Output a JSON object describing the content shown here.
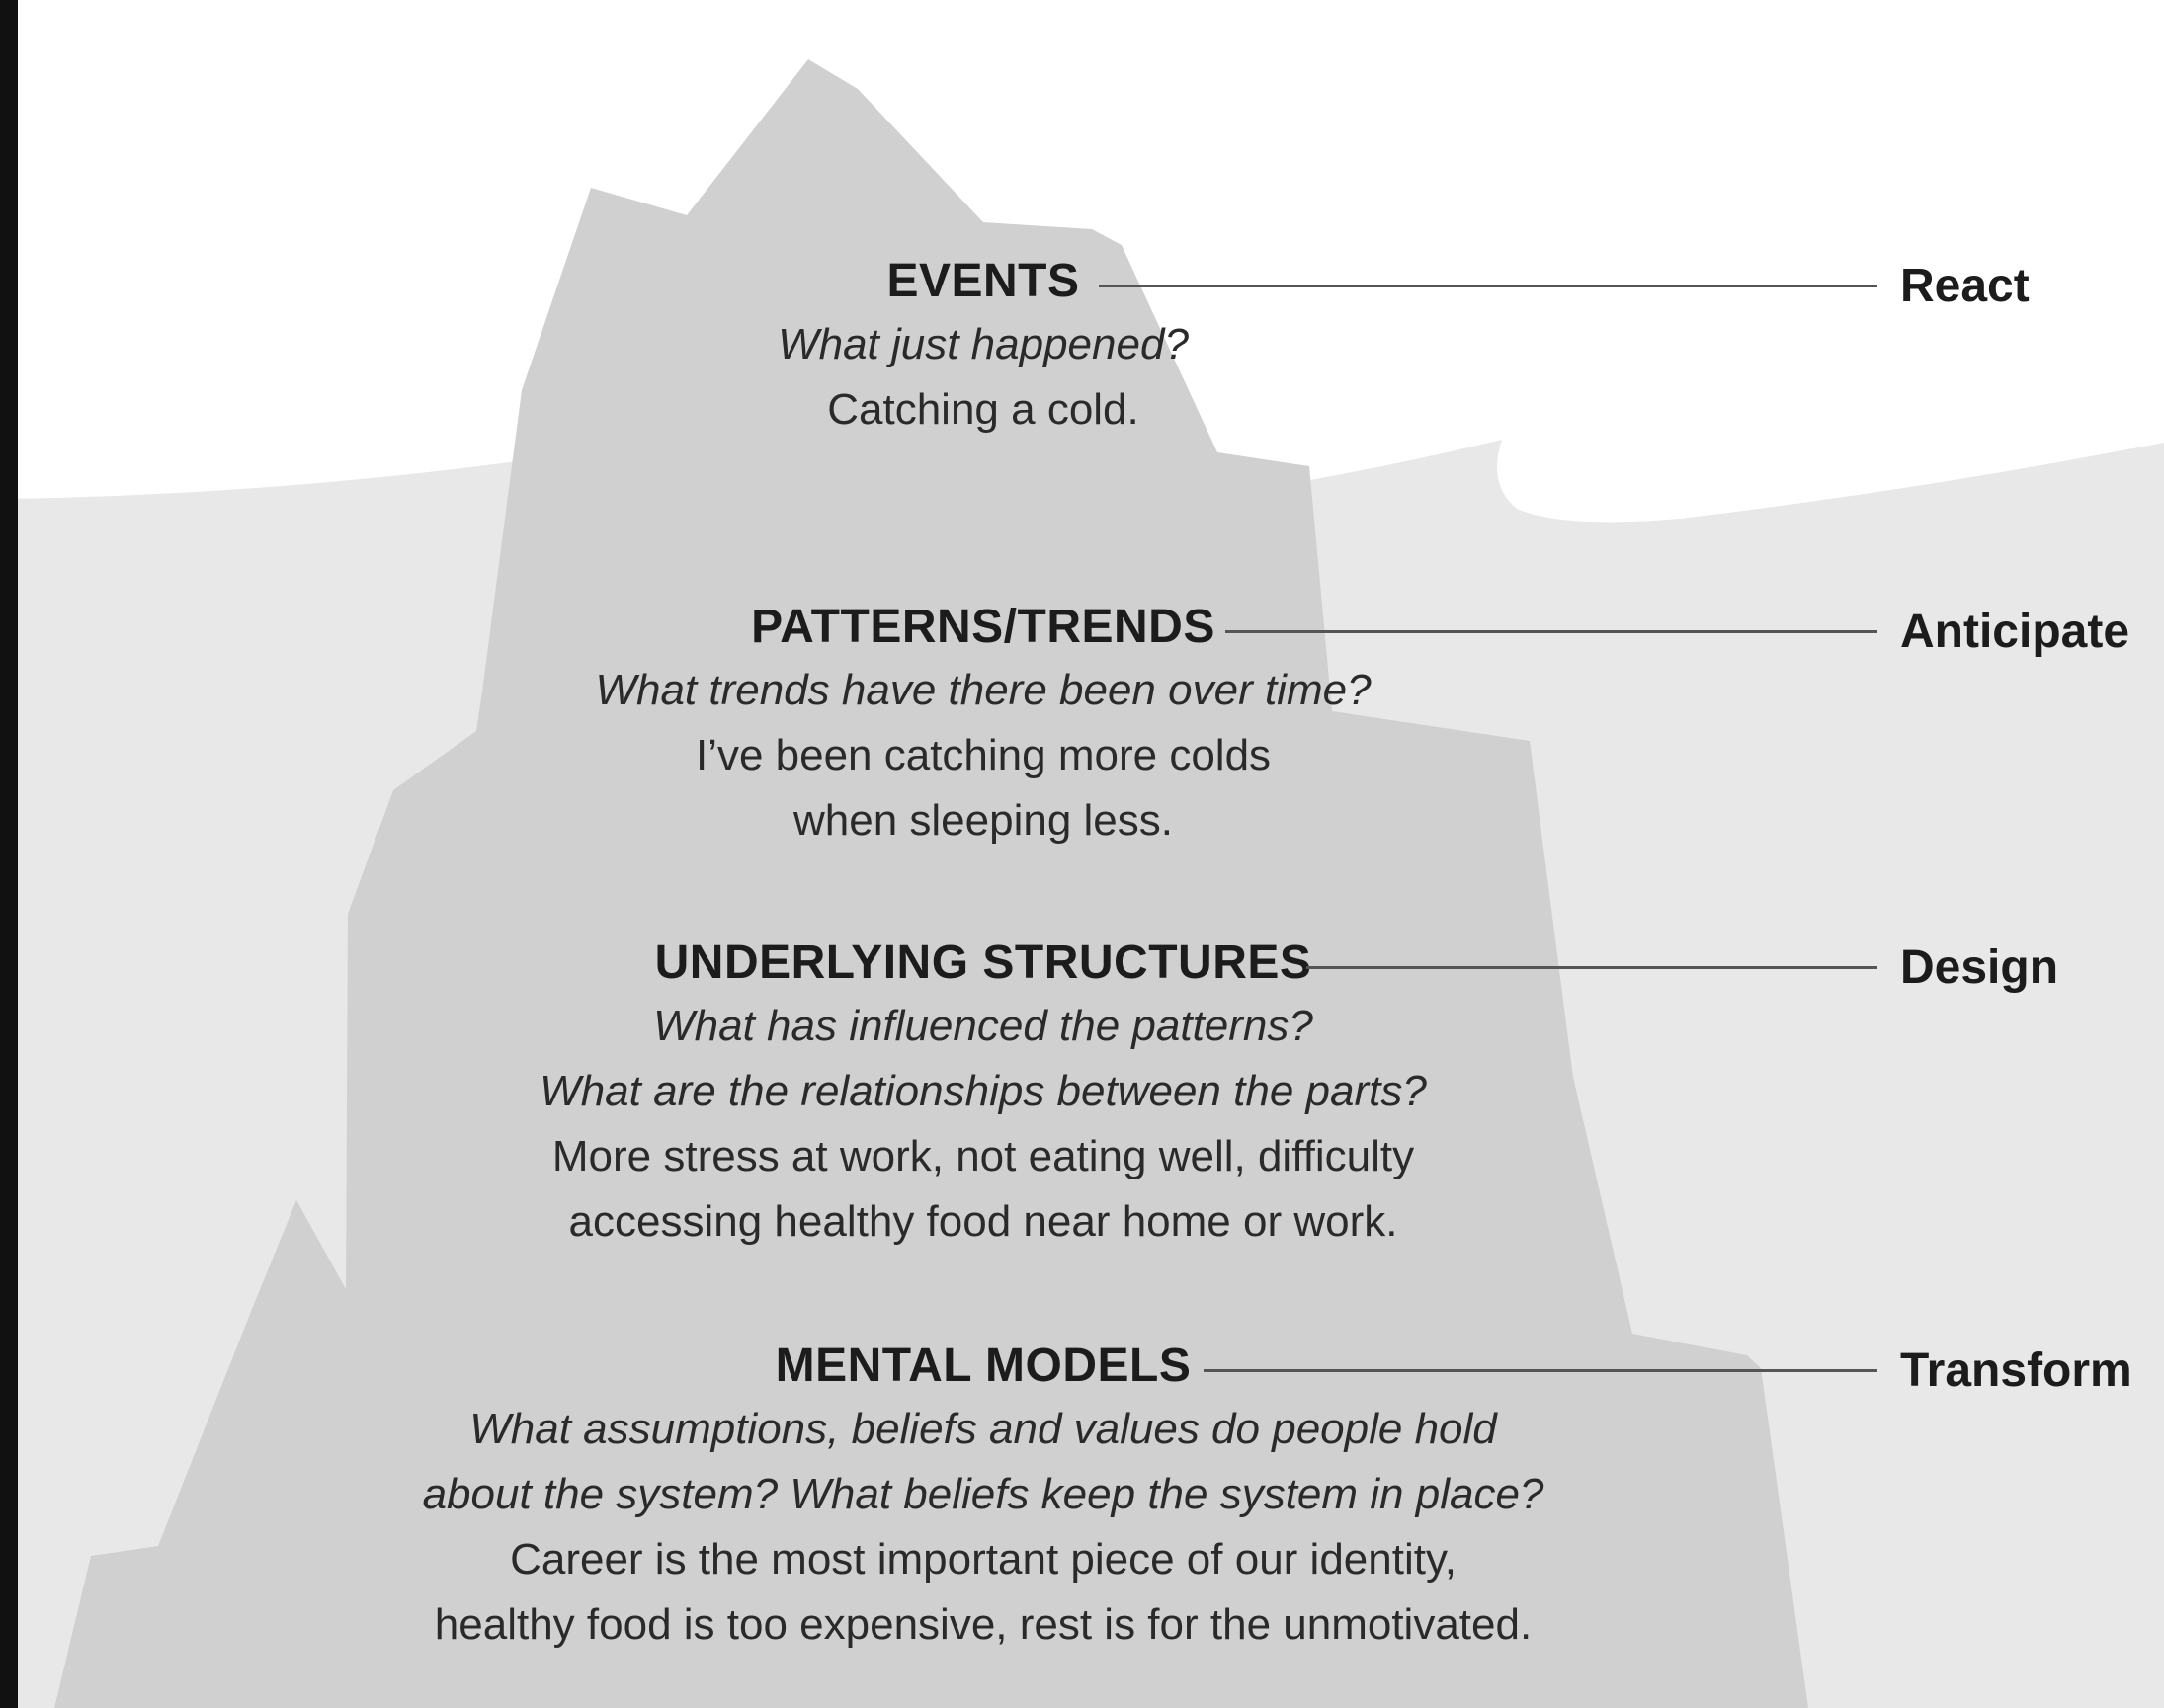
{
  "diagram": {
    "levels": [
      {
        "title": "EVENTS",
        "lines": [
          {
            "text": "What just happened?",
            "style": "question"
          },
          {
            "text": "Catching a cold.",
            "style": "example"
          }
        ],
        "action": "React"
      },
      {
        "title": "PATTERNS/TRENDS",
        "lines": [
          {
            "text": "What trends have there been over time?",
            "style": "question"
          },
          {
            "text": "I’ve been catching more colds",
            "style": "example"
          },
          {
            "text": "when sleeping less.",
            "style": "example"
          }
        ],
        "action": "Anticipate"
      },
      {
        "title": "UNDERLYING STRUCTURES",
        "lines": [
          {
            "text": "What has influenced the patterns?",
            "style": "question"
          },
          {
            "text": "What are the relationships between the parts?",
            "style": "question"
          },
          {
            "text": "More stress at work, not eating well, difficulty",
            "style": "example"
          },
          {
            "text": "accessing healthy food near home or work.",
            "style": "example"
          }
        ],
        "action": "Design"
      },
      {
        "title": "MENTAL MODELS",
        "lines": [
          {
            "text": "What assumptions, beliefs and values do people hold",
            "style": "question"
          },
          {
            "text": "about the system? What beliefs keep the system in place?",
            "style": "question"
          },
          {
            "text": "Career is the most important piece of our identity,",
            "style": "example"
          },
          {
            "text": "healthy food is too expensive, rest is for the unmotivated.",
            "style": "example"
          }
        ],
        "action": "Transform"
      }
    ],
    "colors": {
      "water": "#e8e8e8",
      "iceberg_above_water": "#dcdcdc",
      "iceberg_below_water": "#d0d0d0",
      "border": "#111111",
      "connector": "#555555"
    }
  }
}
